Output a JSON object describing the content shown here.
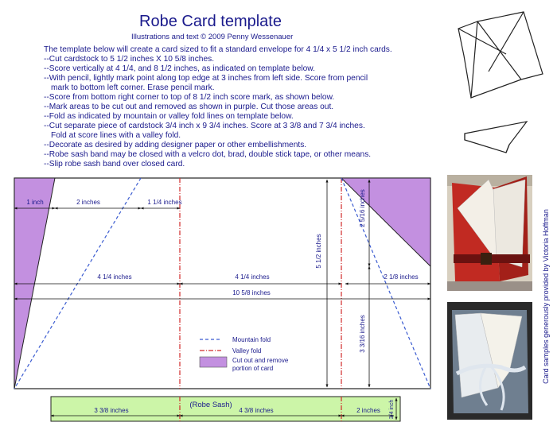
{
  "header": {
    "title": "Robe Card template",
    "credit": "Illustrations and text © 2009 Penny Wessenauer"
  },
  "instructions": [
    "The template below will create a card sized to fit a standard envelope for 4 1/4 x 5 1/2 inch cards.",
    "--Cut cardstock to 5 1/2 inches X 10 5/8 inches.",
    "--Score vertically at 4 1/4, and 8 1/2  inches, as indicated on template below.",
    "--With pencil, lightly mark point along top edge at 3 inches from left side.  Score from pencil",
    "mark to bottom left corner. Erase pencil mark.",
    "--Score from bottom right corner to top of 8 1/2 inch score mark, as shown below.",
    "--Mark areas to be cut out and removed as shown in purple. Cut those areas out.",
    "--Fold as indicated by mountain or valley fold lines on template below.",
    "--Cut separate piece of cardstock 3/4 inch x 9 3/4 inches. Score at 3 3/8  and 7 3/4 inches.",
    "Fold at score lines with a valley fold.",
    "--Decorate as desired by adding designer paper or other embellishments.",
    "--Robe sash band may be closed with a velcro dot, brad, double stick tape, or other means.",
    "--Slip robe sash band over closed card."
  ],
  "template": {
    "dim_1inch": "1 inch",
    "dim_2inches": "2 inches",
    "dim_1_1_4": "1 1/4 inches",
    "dim_4_1_4_left": "4 1/4 inches",
    "dim_4_1_4_mid": "4 1/4 inches",
    "dim_2_1_8": "2 1/8 inches",
    "dim_10_5_8": "10 5/8 inches",
    "dim_5_1_2": "5 1/2 inches",
    "dim_2_5_16": "2 5/16 inches",
    "dim_3_3_16": "3 3/16 inches"
  },
  "legend": {
    "mountain": "Mountain fold",
    "valley": "Valley fold",
    "cutout_line1": "Cut out and remove",
    "cutout_line2": "portion of card"
  },
  "sash": {
    "label": "(Robe Sash)",
    "dim_left": "3 3/8 inches",
    "dim_mid": "4 3/8 inches",
    "dim_right": "2 inches",
    "dim_height": "3/4 inch"
  },
  "sidebar": {
    "photo_credit": "Card samples generously provided by Victoria Hoffman"
  },
  "colors": {
    "purple": "#c390e0",
    "green": "#ccf5a8",
    "text": "#1a1a8c",
    "mountain": "#3a5bd0",
    "valley": "#d02a2a"
  }
}
